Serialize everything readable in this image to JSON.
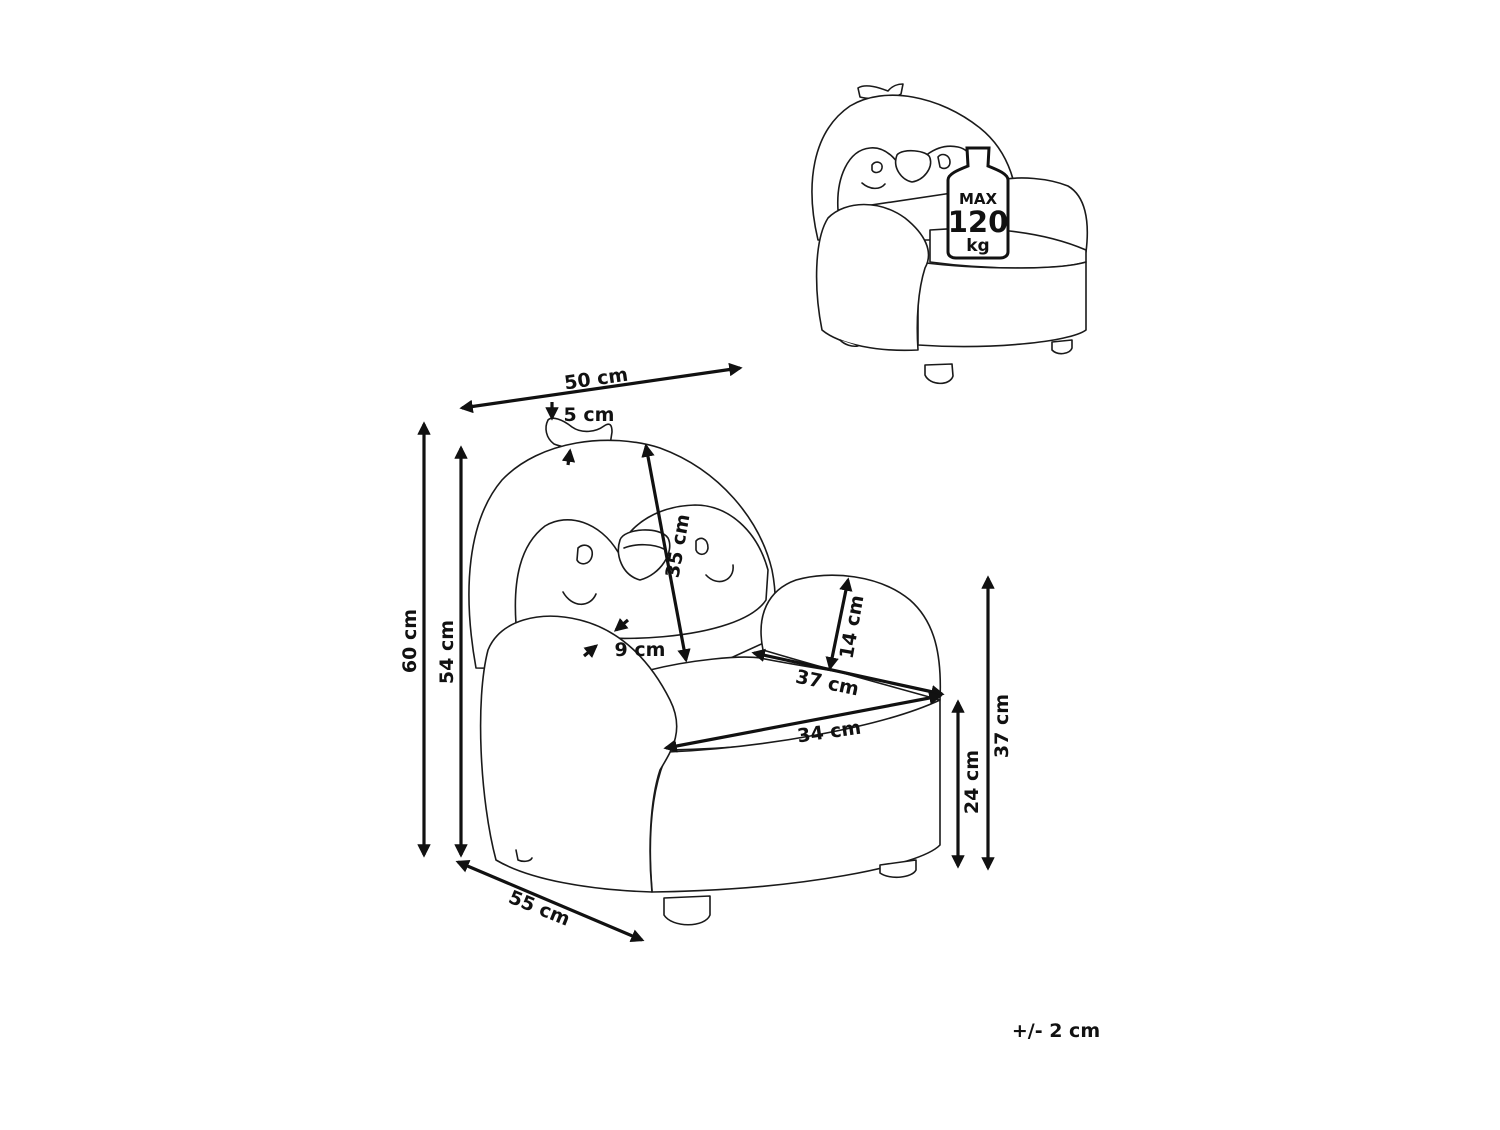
{
  "dimensions": {
    "width": "50 cm",
    "depth": "55 cm",
    "total_height": "60 cm",
    "back_height": "54 cm",
    "back_inner_height": "35 cm",
    "crest": "5 cm",
    "armrest_thickness": "9 cm",
    "armrest_height": "14 cm",
    "seat_depth": "37 cm",
    "seat_width": "34 cm",
    "arm_height_total": "37 cm",
    "seat_height": "24 cm"
  },
  "max_load": {
    "line1": "MAX",
    "line2": "120",
    "line3": "kg"
  },
  "tolerance": "+/- 2 cm"
}
